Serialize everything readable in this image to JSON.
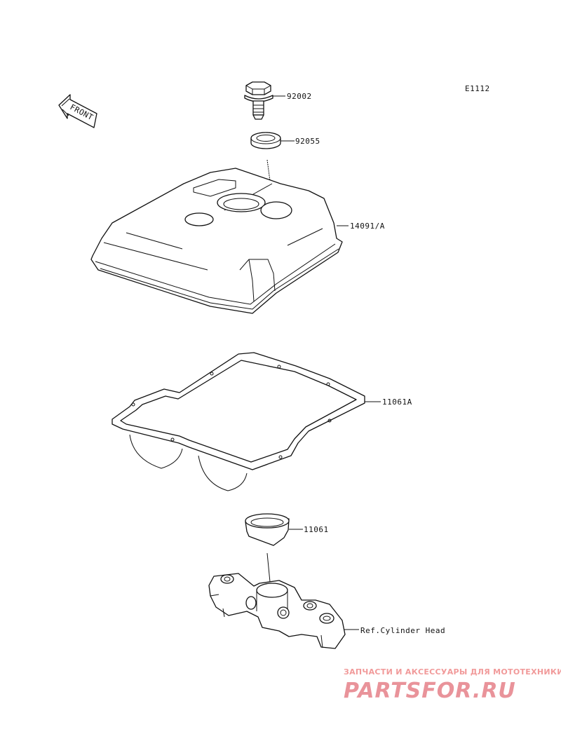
{
  "diagram_code": "E1112",
  "front_label": "FRONT",
  "labels": {
    "bolt": "92002",
    "washer": "92055",
    "cover": "14091/A",
    "gasket": "11061A",
    "plug_seal": "11061",
    "reference": "Ref.Cylinder Head"
  },
  "watermark": {
    "line1": "ЗАПЧАСТИ И АКСЕССУАРЫ ДЛЯ МОТОТЕХНИКИ",
    "logo": "PARTSFOR.RU"
  }
}
